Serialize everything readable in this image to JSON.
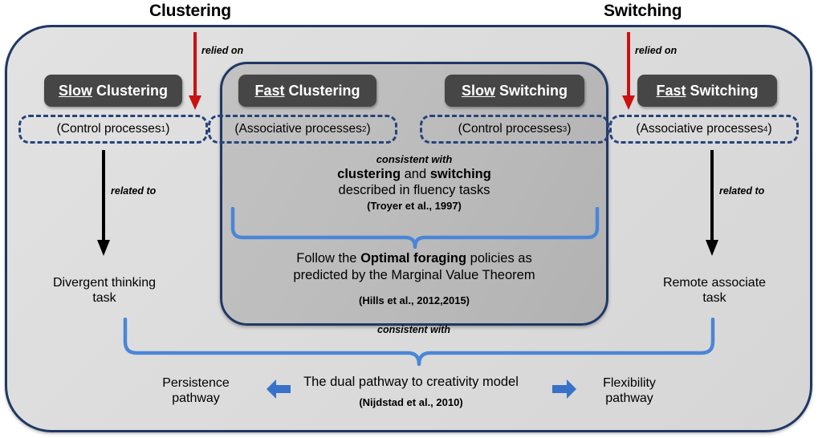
{
  "headings": {
    "clustering": "Clustering",
    "switching": "Switching"
  },
  "colors": {
    "border_navy": "#1f3864",
    "dashed_navy": "#26437a",
    "pill_dark": "#464646",
    "arrow_red": "#cc1111",
    "brace_blue": "#4a86d8",
    "block_arrow_blue": "#3772c8",
    "outer_fill": "#dcdcdc",
    "inner_fill": "#bdbdbd"
  },
  "pills": [
    {
      "id": "slow-clustering",
      "underlined": "Slow",
      "bold": "Clustering"
    },
    {
      "id": "fast-clustering",
      "underlined": "Fast",
      "bold": "Clustering"
    },
    {
      "id": "slow-switching",
      "underlined": "Slow",
      "bold": "Switching"
    },
    {
      "id": "fast-switching",
      "underlined": "Fast",
      "bold": "Switching"
    }
  ],
  "process_boxes": [
    {
      "text": "(Control processes",
      "sup": "1",
      "close": ")"
    },
    {
      "text": "(Associative processes",
      "sup": "2",
      "close": ")"
    },
    {
      "text": "(Control processes",
      "sup": "3",
      "close": ")"
    },
    {
      "text": "(Associative processes",
      "sup": "4",
      "close": ")"
    }
  ],
  "edges": {
    "relied_on_left": "relied on",
    "relied_on_right": "relied on",
    "related_to_left": "related to",
    "related_to_right": "related to",
    "consistent_with_inner": "consistent with",
    "consistent_with_outer": "consistent with"
  },
  "centre_top": {
    "line1": "consistent with",
    "bold_a": "clustering",
    "mid": " and ",
    "bold_b": "switching",
    "line3": "described in fluency tasks",
    "citation": "(Troyer et al., 1997)"
  },
  "centre_bottom": {
    "pre": "Follow the ",
    "bold": "Optimal foraging",
    "post": " policies as",
    "line2": "predicted by the Marginal Value Theorem",
    "citation": "(Hills et al., 2012,2015)"
  },
  "tasks": {
    "divergent": "Divergent thinking\ntask",
    "remote": "Remote associate\ntask"
  },
  "bottom": {
    "model": "The dual pathway to creativity model",
    "citation": "(Nijdstad et al., 2010)",
    "persistence": "Persistence\npathway",
    "flexibility": "Flexibility\npathway"
  }
}
